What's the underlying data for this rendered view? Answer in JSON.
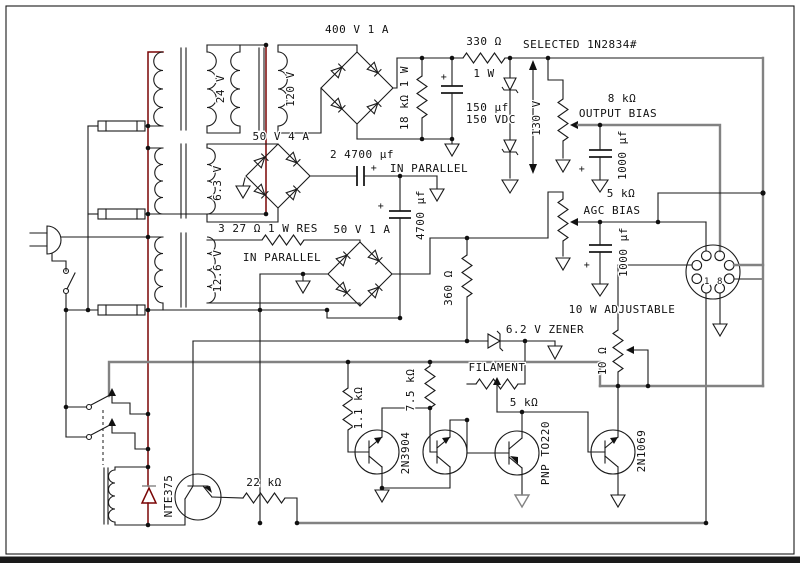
{
  "diagram": {
    "type": "schematic",
    "description": "Tube power supply schematic with three transformers, bridge rectifiers, bias potentiometers, octal socket and transistor regulator",
    "colors": {
      "wire": "#1a1a1a",
      "bus_wire": "#828282",
      "hot_wire": "#7a0505",
      "background": "#ffffff"
    }
  },
  "labels": {
    "bridge400": "400 V 1 A",
    "w24": "24 V",
    "w120": "120 V",
    "r330": "330 Ω",
    "r330_w": "1 W",
    "selected": "SELECTED 1N2834#",
    "r18k": "18 kΩ 1 W",
    "c150_1": "150 µf",
    "c150_2": "150 VDC",
    "v130": "130 V",
    "r8k": "8 kΩ",
    "output_bias": "OUTPUT BIAS",
    "c1000_out": "1000 µf",
    "r5k_agc": "5 kΩ",
    "agc_bias": "AGC BIAS",
    "c1000_agc": "1000 µf",
    "bridge50_4": "50 V 4 A",
    "w63": "6.3 V",
    "c4700_pair": "2 4700 µf",
    "in_parallel_caps": "IN PARALLEL",
    "c4700": "4700 µf",
    "r27": "3 27 Ω 1 W RES",
    "in_parallel_res": "IN PARALLEL",
    "bridge50_1": "50 V 1 A",
    "w126": "12.6 V",
    "r360": "360 Ω",
    "adj": "10 W ADJUSTABLE",
    "zener62": "6.2 V ZENER",
    "filament": "FILAMENT",
    "r5k_fil": "5 kΩ",
    "r10": "10 Ω",
    "r1k1": "1.1 kΩ",
    "r7k5": "7.5 kΩ",
    "q2n3904": "2N3904",
    "q_pnp": "PNP TO220",
    "q2n1069": "2N1069",
    "q_nte375": "NTE375",
    "r22k": "22 kΩ",
    "pin1": "1",
    "pin8": "8",
    "plus": "+"
  }
}
